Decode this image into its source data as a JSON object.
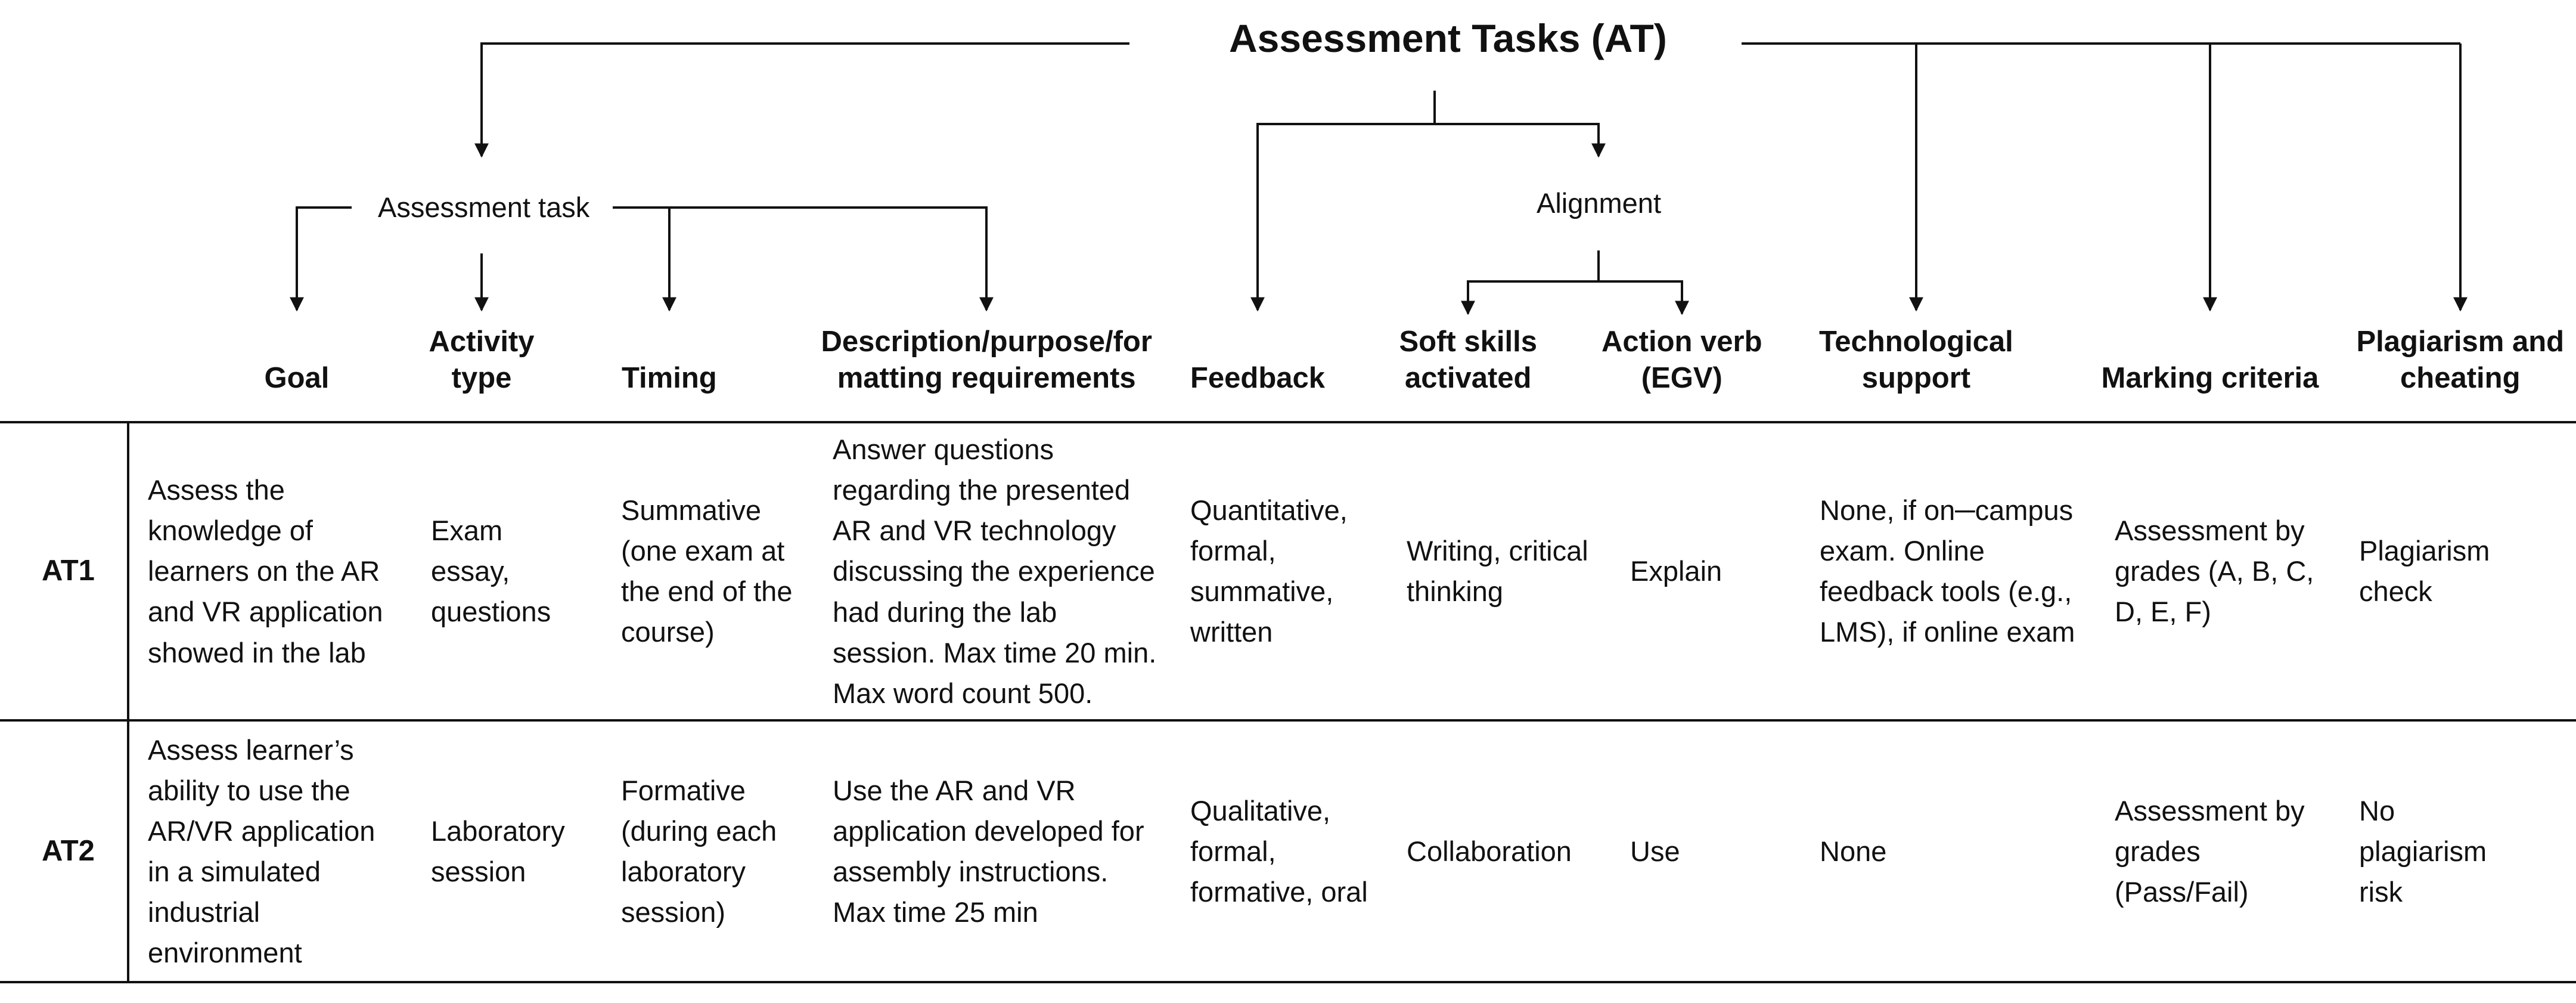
{
  "title": "Assessment Tasks (AT)",
  "nodes": {
    "assessment_task": "Assessment task",
    "alignment": "Alignment"
  },
  "columns": [
    {
      "key": "goal",
      "label": [
        "Goal"
      ]
    },
    {
      "key": "activity_type",
      "label": [
        "Activity",
        "type"
      ]
    },
    {
      "key": "timing",
      "label": [
        "Timing"
      ]
    },
    {
      "key": "description",
      "label": [
        "Description/purpose/for",
        "matting requirements"
      ]
    },
    {
      "key": "feedback",
      "label": [
        "Feedback"
      ]
    },
    {
      "key": "soft_skills",
      "label": [
        "Soft skills",
        "activated"
      ]
    },
    {
      "key": "action_verb",
      "label": [
        "Action verb",
        "(EGV)"
      ]
    },
    {
      "key": "tech_support",
      "label": [
        "Technological",
        "support"
      ]
    },
    {
      "key": "marking",
      "label": [
        "Marking criteria"
      ]
    },
    {
      "key": "plagiarism",
      "label": [
        "Plagiarism and",
        "cheating"
      ]
    }
  ],
  "rows": [
    {
      "id": "AT1",
      "cells": [
        [
          "Assess the",
          "knowledge of",
          "learners on the AR",
          "and VR application",
          "showed in the lab"
        ],
        [
          "Exam",
          "essay,",
          "questions"
        ],
        [
          "Summative",
          "(one exam at",
          "the end of the",
          "course)"
        ],
        [
          "Answer questions",
          "regarding the presented",
          "AR and VR technology",
          "discussing the experience",
          "had during the lab",
          "session. Max time 20 min.",
          "Max word count 500."
        ],
        [
          "Quantitative,",
          "formal,",
          "summative,",
          "written"
        ],
        [
          "Writing, critical",
          "thinking"
        ],
        [
          "Explain"
        ],
        [
          "None, if on─campus",
          "exam. Online",
          "feedback tools (e.g.,",
          "LMS), if online exam"
        ],
        [
          "Assessment by",
          "grades (A, B, C,",
          "D, E, F)"
        ],
        [
          "Plagiarism",
          "check"
        ]
      ]
    },
    {
      "id": "AT2",
      "cells": [
        [
          "Assess learner’s",
          "ability to use the",
          "AR/VR application",
          "in a simulated",
          "industrial",
          "environment"
        ],
        [
          "Laboratory",
          "session"
        ],
        [
          "Formative",
          "(during each",
          "laboratory",
          "session)"
        ],
        [
          "Use the AR and VR",
          "application developed for",
          "assembly instructions.",
          "Max time 25 min"
        ],
        [
          "Qualitative,",
          "formal,",
          "formative, oral"
        ],
        [
          "Collaboration"
        ],
        [
          "Use"
        ],
        [
          "None"
        ],
        [
          "Assessment by",
          "grades",
          "(Pass/Fail)"
        ],
        [
          "No",
          "plagiarism",
          "risk"
        ]
      ]
    }
  ]
}
